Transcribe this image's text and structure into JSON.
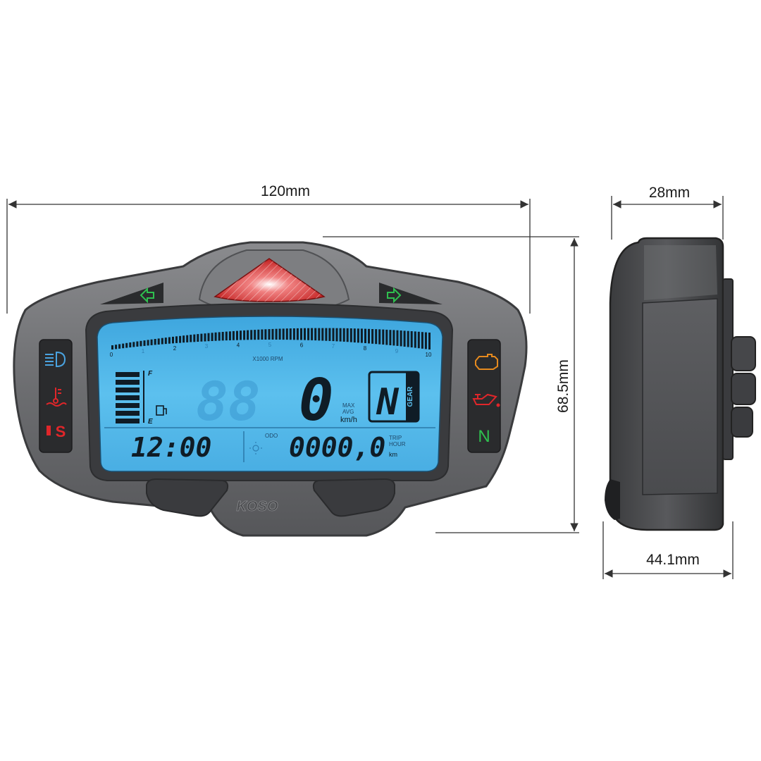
{
  "dimensions": {
    "width": "120mm",
    "height": "68.5mm",
    "depth": "28mm",
    "side_depth": "44.1mm"
  },
  "display": {
    "rpm_unit": "X1000 RPM",
    "rpm_ticks": [
      "0",
      "1",
      "2",
      "3",
      "4",
      "5",
      "6",
      "7",
      "8",
      "9",
      "10"
    ],
    "speed_ghost": "88",
    "speed_value": "0",
    "speed_unit": "km/h",
    "speed_modes": [
      "MAX",
      "AVG"
    ],
    "gear_value": "N",
    "gear_label": "GEAR",
    "fuel_full": "F",
    "fuel_empty": "E",
    "clock": "12:00",
    "trip_label": "ODO",
    "odometer": "0000,0",
    "odo_unit": "km",
    "odo_modes": [
      "TRIP",
      "HOUR"
    ]
  },
  "brand": "KOSO",
  "indicators": {
    "left_turn": "turn-left",
    "right_turn": "turn-right",
    "neutral": "N",
    "side_stand": "S"
  },
  "colors": {
    "lcd": "#4fb4e6",
    "lcd_dark": "#12212e",
    "housing": "#6d6e71",
    "shift_light": "#d42a2a",
    "green": "#2fbf4f",
    "orange": "#e58a1f",
    "red": "#e0262a",
    "blue": "#4aa3e0"
  }
}
